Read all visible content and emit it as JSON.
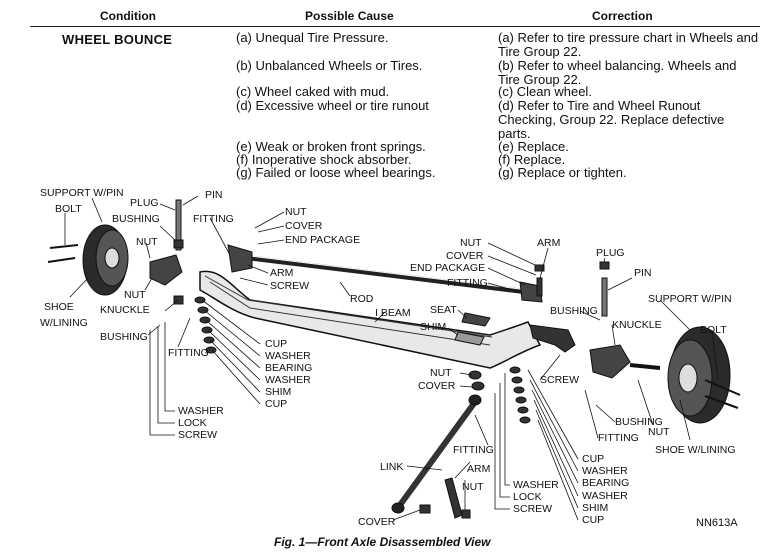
{
  "table": {
    "headers": [
      "Condition",
      "Possible Cause",
      "Correction"
    ],
    "condition": "WHEEL BOUNCE",
    "causes": [
      "(a) Unequal Tire Pressure.",
      "(b) Unbalanced Wheels or Tires.",
      "(c) Wheel caked with mud.",
      "(d) Excessive wheel or tire runout",
      "(e) Weak or broken front springs.",
      "(f) Inoperative shock absorber.",
      "(g) Failed or loose wheel bearings."
    ],
    "corrections": [
      "(a) Refer to tire pressure chart in Wheels and Tire Group 22.",
      "(b) Refer to wheel balancing. Wheels and Tire Group 22.",
      "(c) Clean wheel.",
      "(d) Refer to Tire and Wheel Runout Checking, Group 22. Replace defective parts.",
      "(e) Replace.",
      "(f) Replace.",
      "(g) Replace or tighten."
    ]
  },
  "diagram": {
    "labels": {
      "support_left": "SUPPORT W/PIN",
      "bolt_left": "BOLT",
      "plug_left": "PLUG",
      "pin_left": "PIN",
      "bushing_left_top": "BUSHING",
      "nut_left_1": "NUT",
      "nut_left_2": "NUT",
      "shoe_left": "SHOE",
      "w_lining_left": "W/LINING",
      "knuckle_left": "KNUCKLE",
      "bushing_left": "BUSHING",
      "fitting_left_1": "FITTING",
      "fitting_left_2": "FITTING",
      "nut_top": "NUT",
      "cover_top": "COVER",
      "end_package_left": "END PACKAGE",
      "arm_left": "ARM",
      "screw_left": "SCREW",
      "rod": "ROD",
      "i_beam": "I BEAM",
      "seat": "SEAT",
      "shim_center": "SHIM",
      "cup_l1": "CUP",
      "washer_l1": "WASHER",
      "bearing_l": "BEARING",
      "washer_l2": "WASHER",
      "shim_l": "SHIM",
      "cup_l2": "CUP",
      "washer_bottom": "WASHER",
      "lock_bottom": "LOCK",
      "screw_bottom": "SCREW",
      "nut_right_top": "NUT",
      "cover_right_top": "COVER",
      "end_package_right": "END PACKAGE",
      "fitting_right_top": "FITTING",
      "arm_right_top": "ARM",
      "plug_right": "PLUG",
      "pin_right": "PIN",
      "support_right": "SUPPORT W/PIN",
      "bushing_right_1": "BUSHING",
      "knuckle_right": "KNUCKLE",
      "bolt_right": "BOLT",
      "nut_center": "NUT",
      "cover_center": "COVER",
      "screw_right": "SCREW",
      "bushing_right_2": "BUSHING",
      "fitting_right_2": "FITTING",
      "nut_right": "NUT",
      "shoe_w_lining_right": "SHOE W/LINING",
      "fitting_lower": "FITTING",
      "link": "LINK",
      "arm_lower": "ARM",
      "nut_lower": "NUT",
      "cover_lower": "COVER",
      "cup_r1": "CUP",
      "washer_r1": "WASHER",
      "bearing_r": "BEARING",
      "washer_r2": "WASHER",
      "washer_r3": "WASHER",
      "lock_r": "LOCK",
      "screw_r": "SCREW",
      "shim_r": "SHIM",
      "cup_r2": "CUP"
    }
  },
  "figure_code": "NN613A",
  "caption": "Fig. 1—Front Axle Disassembled View"
}
